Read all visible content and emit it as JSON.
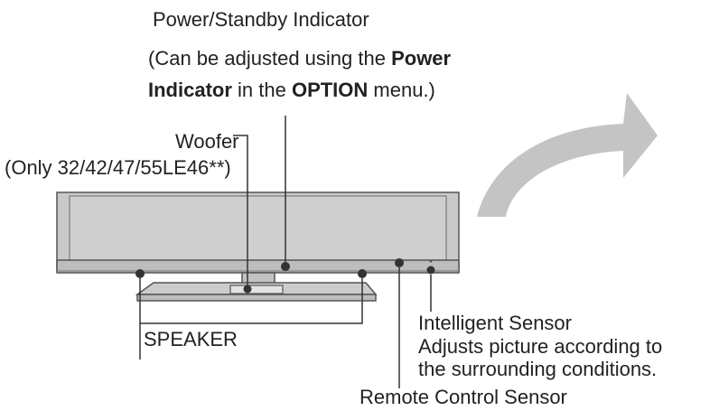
{
  "labels": {
    "power_title": "Power/Standby Indicator",
    "power_note": {
      "line1_pre": "(Can be adjusted using the ",
      "line1_bold": "Power",
      "line2_bold1": "Indicator",
      "line2_mid": " in the ",
      "line2_bold2": "OPTION",
      "line2_post": " menu.)"
    },
    "woofer": "Woofer",
    "woofer_note": "(Only 32/42/47/55LE46**)",
    "speaker": "SPEAKER",
    "intelligent_sensor": "Intelligent Sensor",
    "intelligent_desc_1": "Adjusts picture according to",
    "intelligent_desc_2": "the surrounding conditions.",
    "remote_sensor": "Remote Control Sensor"
  },
  "colors": {
    "text": "#222222",
    "tv_frame": "#c9c9c9",
    "tv_screen": "#cfcfcf",
    "tv_outline": "#555555",
    "arrow": "#c4c4c4",
    "dot": "#333333"
  },
  "icons": {
    "arrow": "curved-rotate-arrow-icon"
  }
}
